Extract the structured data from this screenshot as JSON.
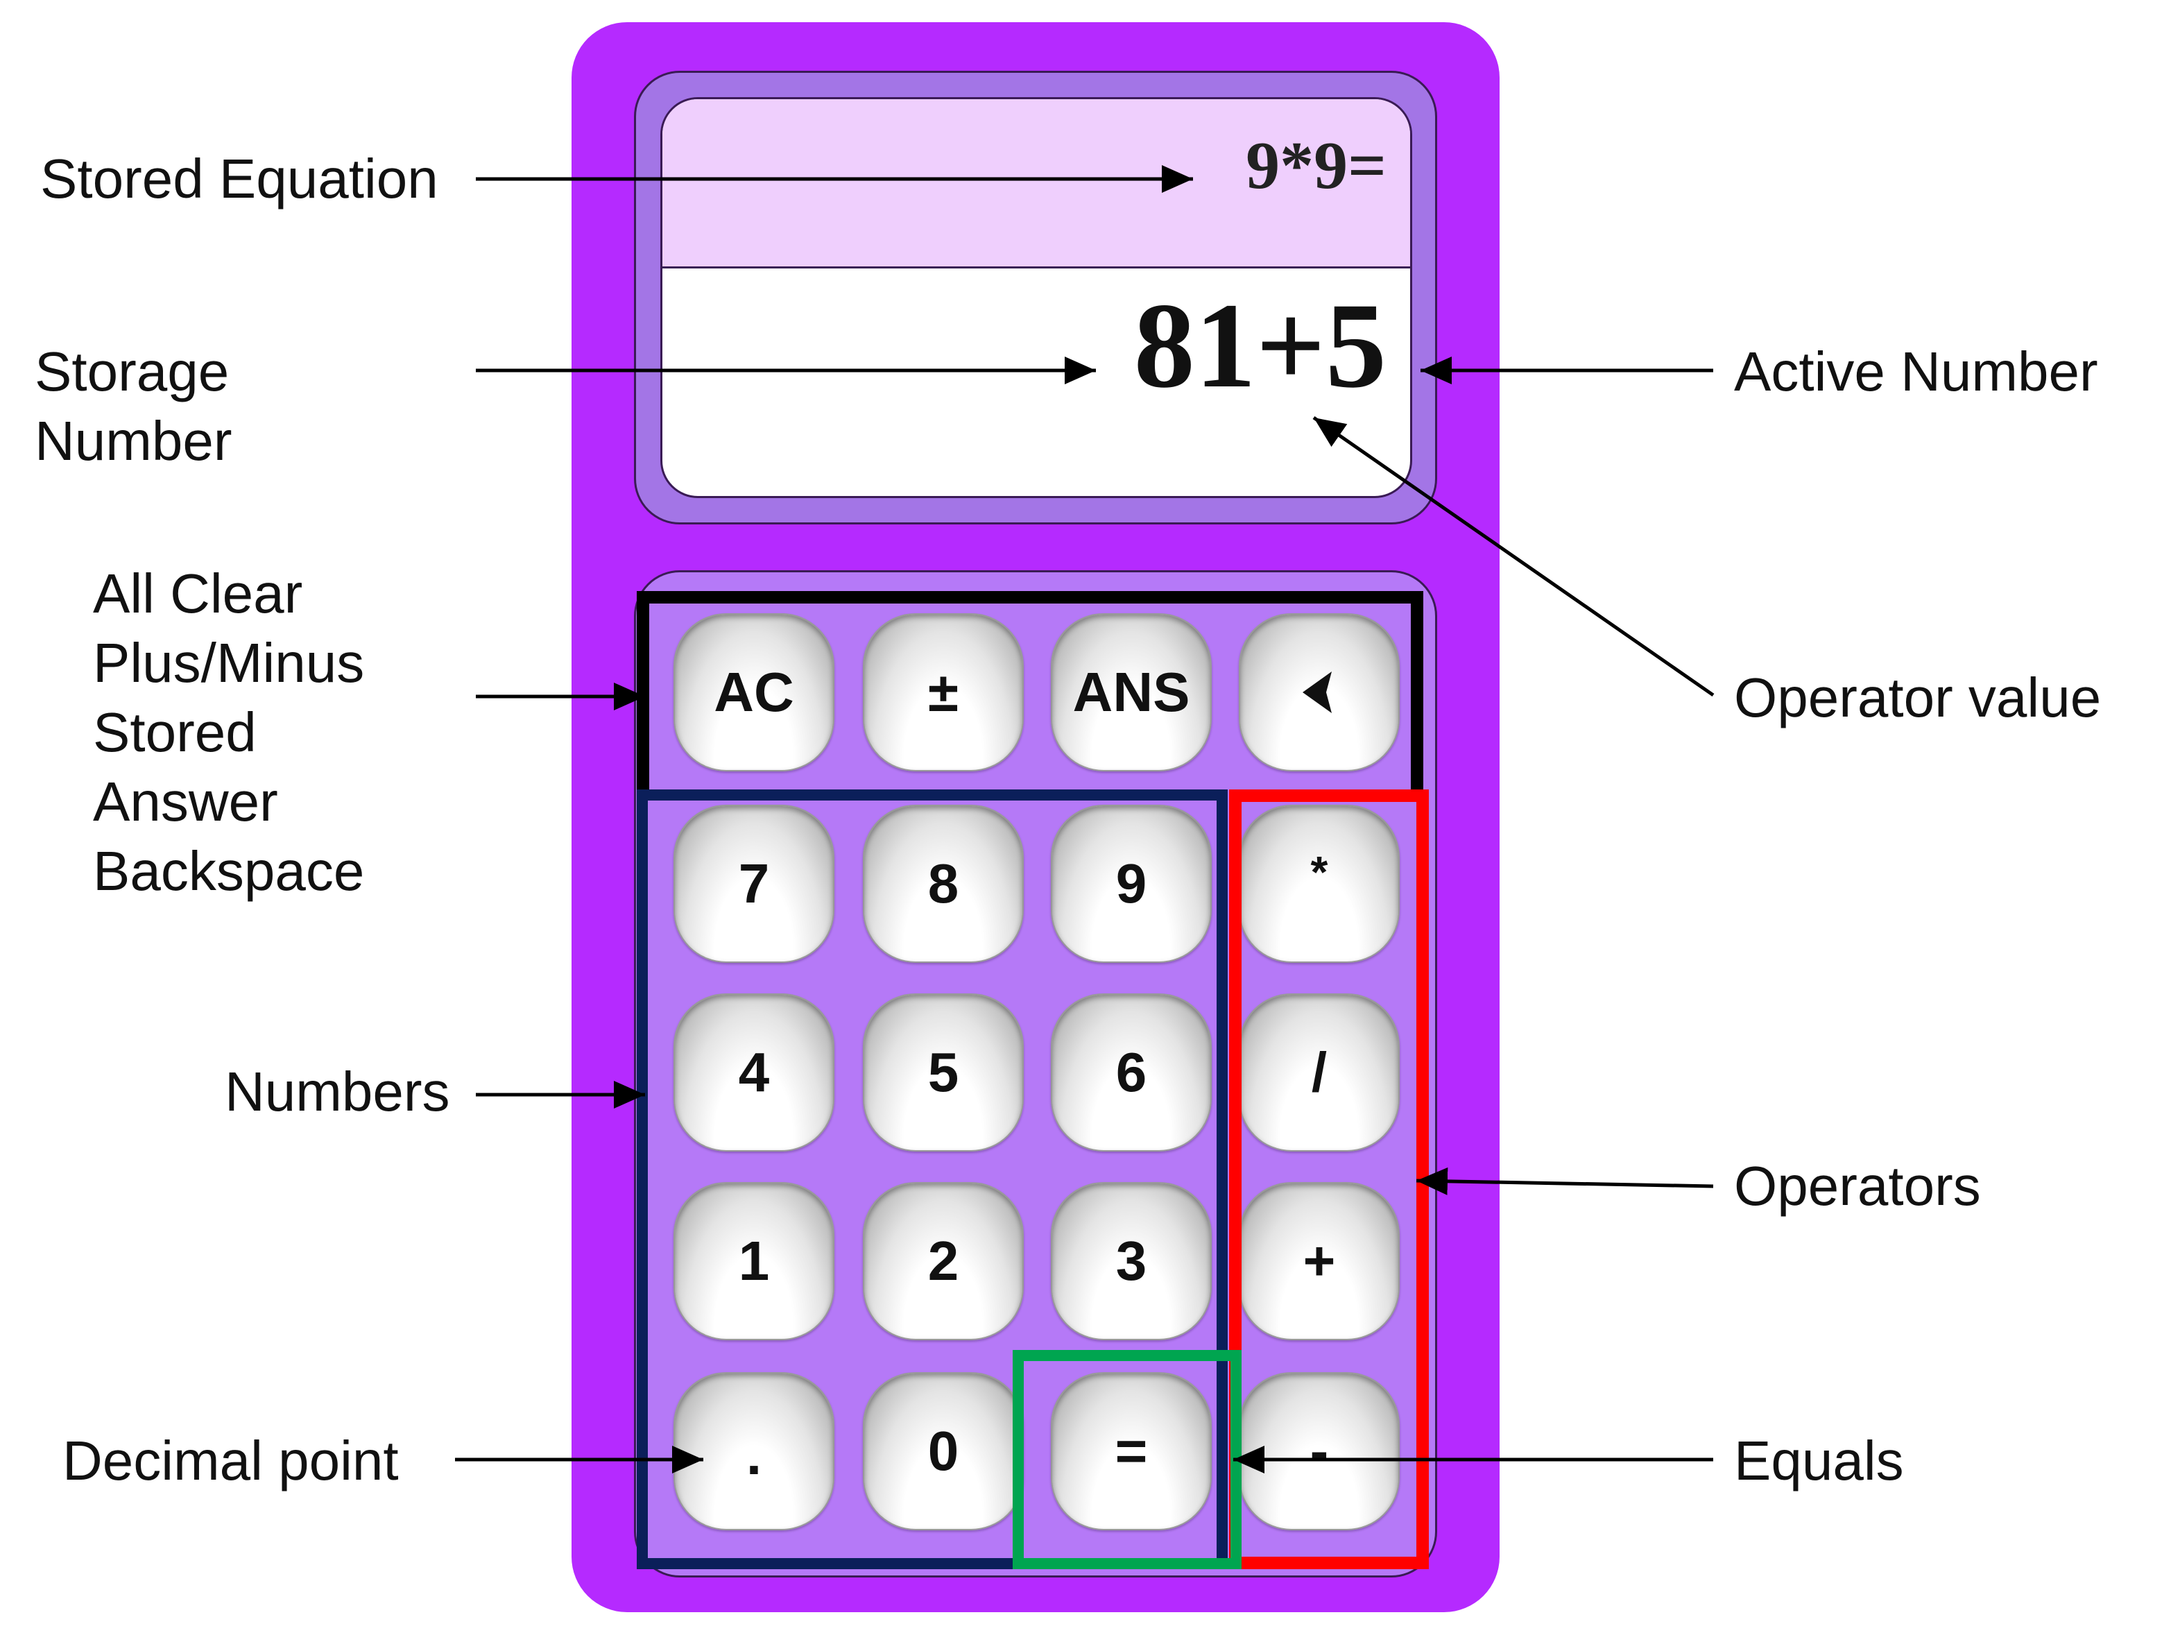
{
  "display": {
    "stored_equation": "9*9=",
    "active_number": "81+5"
  },
  "buttons": {
    "ac": "AC",
    "plus_minus": "±",
    "ans": "ANS",
    "backspace": "<",
    "seven": "7",
    "eight": "8",
    "nine": "9",
    "multiply": "*",
    "four": "4",
    "five": "5",
    "six": "6",
    "divide": "/",
    "one": "1",
    "two": "2",
    "three": "3",
    "plus": "+",
    "decimal": ".",
    "zero": "0",
    "equals": "=",
    "minus": "-"
  },
  "annotations": {
    "stored_equation": "Stored Equation",
    "storage_number": [
      "Storage",
      "Number"
    ],
    "active_number": "Active Number",
    "operator_value": "Operator value",
    "top_row": [
      "All Clear",
      "Plus/Minus",
      "Stored",
      "Answer",
      "Backspace"
    ],
    "numbers": "Numbers",
    "operators": "Operators",
    "decimal_point": "Decimal point",
    "equals": "Equals"
  },
  "colors": {
    "calculator_body": "#b52aff",
    "key_panel": "#b579f7",
    "equation_area": "#efcffd",
    "top_row_box": "#000000",
    "numbers_box": "#0b1f5a",
    "operators_box": "#ff0000",
    "equals_box": "#00a550"
  }
}
